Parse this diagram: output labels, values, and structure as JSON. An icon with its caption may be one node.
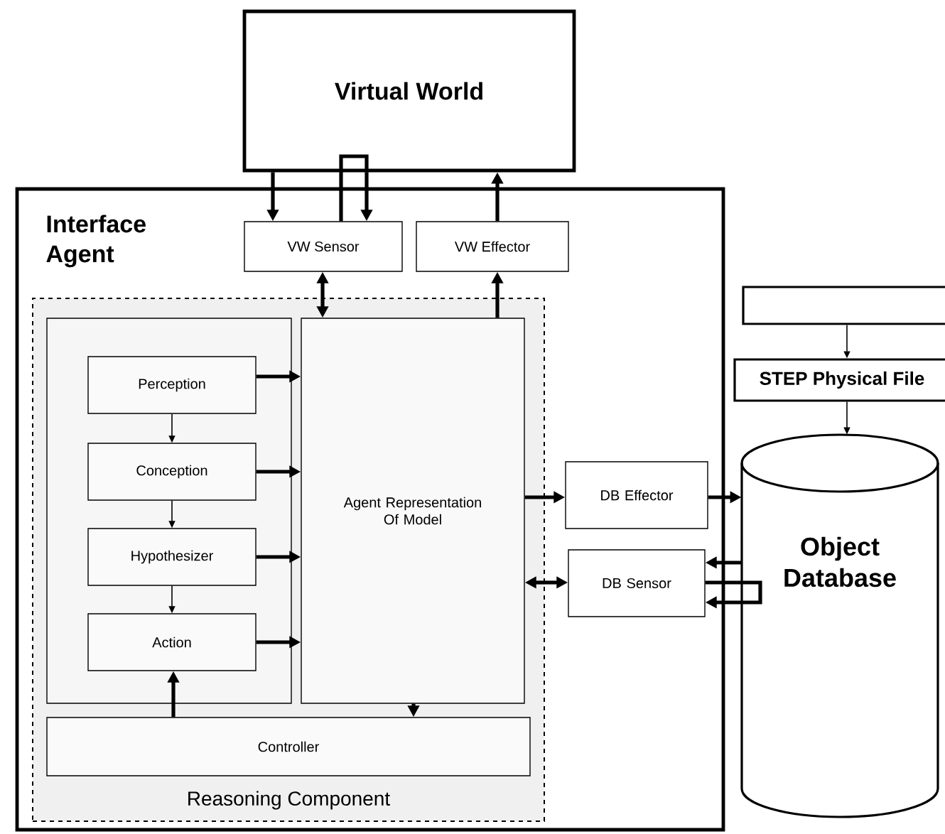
{
  "diagram": {
    "nodes": [
      {
        "text": [
          "Virtual World"
        ]
      },
      {
        "text": [
          "Interface Agent"
        ]
      },
      {
        "text": [
          "VW Sensor"
        ],
        "in": 1
      },
      {
        "text": [
          "VW Effector"
        ],
        "in": 1
      },
      {
        "text": [
          "Reasoning Component"
        ],
        "in": 1
      },
      {
        "text": [],
        "shape": "box",
        "in": 4
      },
      {
        "text": [
          "Perception"
        ],
        "in": 5
      },
      {
        "text": [
          "Conception"
        ],
        "in": 5
      },
      {
        "text": [
          "Hypothesizer"
        ],
        "in": 5
      },
      {
        "text": [
          "Action"
        ],
        "in": 5
      },
      {
        "text": [
          "Agent Representation Of Model"
        ],
        "in": 4
      },
      {
        "text": [
          "Controller"
        ],
        "in": 4
      },
      {
        "text": [
          "DB Effector"
        ],
        "in": 1
      },
      {
        "text": [
          "DB Sensor"
        ],
        "in": 1
      },
      {
        "text": [],
        "shape": "box"
      },
      {
        "text": [
          "STEP Physical File"
        ]
      },
      {
        "text": [
          "Object Database"
        ]
      }
    ],
    "edges": [
      {
        "from": 0,
        "to": 2,
        "arrow": "to"
      },
      {
        "from": 2,
        "to": 0,
        "arrow": "none"
      },
      {
        "from": 0,
        "to": 2,
        "arrow": "to"
      },
      {
        "from": 3,
        "to": 0,
        "arrow": "to"
      },
      {
        "from": 2,
        "to": 10,
        "arrow": "both"
      },
      {
        "from": 10,
        "to": 3,
        "arrow": "to"
      },
      {
        "from": 6,
        "to": 10,
        "arrow": "to"
      },
      {
        "from": 7,
        "to": 10,
        "arrow": "to"
      },
      {
        "from": 8,
        "to": 10,
        "arrow": "to"
      },
      {
        "from": 9,
        "to": 10,
        "arrow": "to"
      },
      {
        "from": 6,
        "to": 7,
        "arrow": "to"
      },
      {
        "from": 7,
        "to": 8,
        "arrow": "to"
      },
      {
        "from": 8,
        "to": 9,
        "arrow": "to"
      },
      {
        "from": 11,
        "to": 9,
        "arrow": "to"
      },
      {
        "from": 10,
        "to": 11,
        "arrow": "to"
      },
      {
        "from": 10,
        "to": 12,
        "arrow": "to"
      },
      {
        "from": 12,
        "to": 16,
        "arrow": "to"
      },
      {
        "from": 13,
        "to": 10,
        "arrow": "both"
      },
      {
        "from": 16,
        "to": 13,
        "arrow": "to"
      },
      {
        "from": 13,
        "to": 16,
        "arrow": "none"
      },
      {
        "from": 16,
        "to": 13,
        "arrow": "to"
      },
      {
        "from": 14,
        "to": 15,
        "arrow": "to"
      },
      {
        "from": 15,
        "to": 16,
        "arrow": "to"
      }
    ]
  }
}
